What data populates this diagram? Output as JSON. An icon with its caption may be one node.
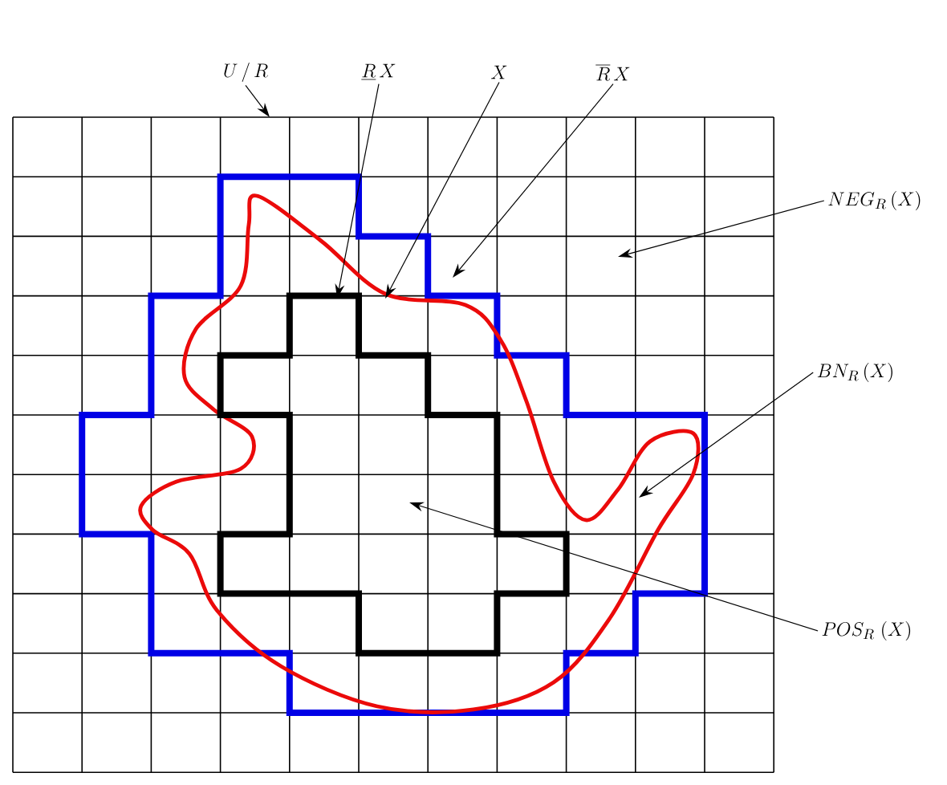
{
  "diagram": {
    "nodes": [
      {
        "text": [
          "U\\,/\\,R"
        ]
      },
      {
        "text": [
          "\\underline{R}\\,X"
        ]
      },
      {
        "text": [
          "X"
        ]
      },
      {
        "text": [
          "\\overline{R}\\,X"
        ]
      },
      {
        "text": [
          "NEG_{R}\\,(X)"
        ]
      },
      {
        "text": [
          "BN_{R}\\,(X)"
        ]
      },
      {
        "text": [
          "POS_{R}\\;(X)"
        ]
      }
    ],
    "edges": [
      {
        "from": 0,
        "to": null,
        "arrow": "to"
      },
      {
        "from": 1,
        "to": null,
        "arrow": "to"
      },
      {
        "from": 2,
        "to": null,
        "arrow": "to"
      },
      {
        "from": 3,
        "to": null,
        "arrow": "to"
      },
      {
        "from": 4,
        "to": null,
        "arrow": "to"
      },
      {
        "from": 5,
        "to": null,
        "arrow": "to"
      },
      {
        "from": 6,
        "to": null,
        "arrow": "to"
      }
    ]
  }
}
